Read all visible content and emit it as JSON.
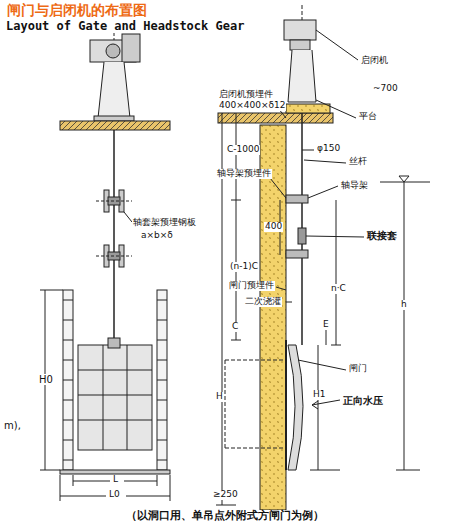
{
  "diagram": {
    "title": "闸门与启闭机的布置图",
    "caption": "（以洞口用、单吊点外附式方闸门为例）",
    "labels": [
      "Layout of Gate and Headstock Gear",
      "m),",
      "H0",
      "L",
      "L0",
      "轴套架预埋钢板",
      "a×b×δ",
      "启闭机",
      "~700",
      "启闭机预埋件",
      "400×400×δ12",
      "平台",
      "φ150",
      "丝杆",
      "轴导架预埋件",
      "轴导架",
      "C-1000",
      "(n-1)C",
      "400",
      "联接套",
      "n·C",
      "H",
      "h",
      "闸门预埋件",
      "二次浇灌",
      "E",
      "C",
      "闸门",
      "H1",
      "正向水压",
      "≥250"
    ]
  }
}
